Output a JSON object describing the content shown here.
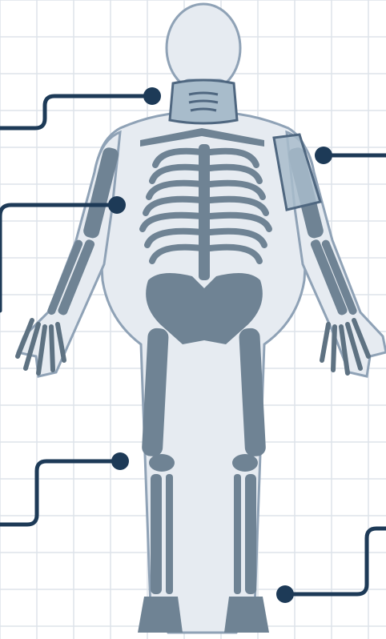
{
  "diagram": {
    "subject": "human-skeleton-front-view",
    "supports": [
      "cervical-collar",
      "upper-arm-sleeve"
    ],
    "callout_markers": [
      "neck",
      "right-upper-arm",
      "left-upper-arm",
      "right-lower-leg",
      "left-ankle"
    ]
  },
  "colors": {
    "background": "#ffffff",
    "grid": "#dde3ea",
    "body_fill": "#e6ebf1",
    "body_outline": "#8fa2b6",
    "bone": "#6f8394",
    "bone_dark": "#5e7282",
    "support_fill": "#a8bccb",
    "support_outline": "#4f6780",
    "callout": "#1d3a57"
  }
}
